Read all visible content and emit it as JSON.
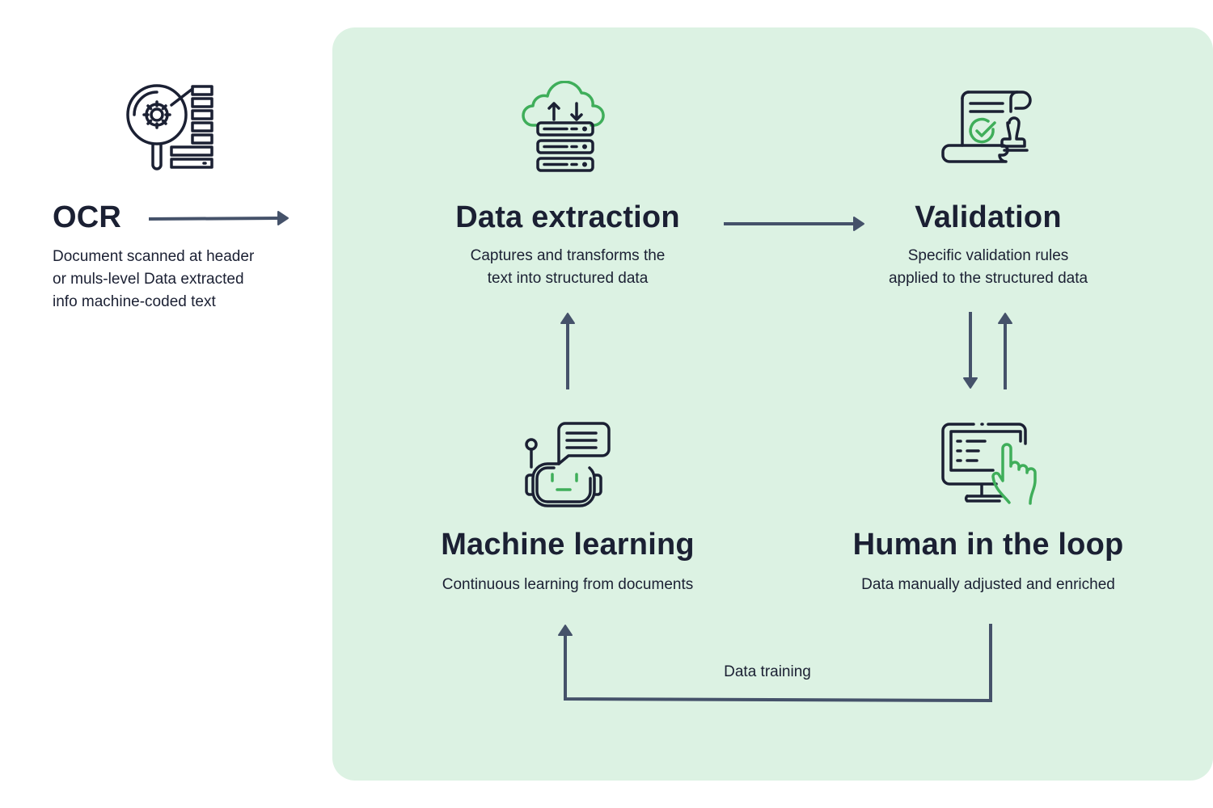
{
  "colors": {
    "panel_background": "#dcf2e3",
    "text": "#1b2033",
    "arrow": "#45526a",
    "icon_dark": "#1b2033",
    "icon_accent": "#3fae5a"
  },
  "steps": {
    "ocr": {
      "icon": "magnifier-gear-database-icon",
      "title": "OCR",
      "description_lines": [
        "Document scanned at header",
        "or muls-level Data extracted",
        "info machine-coded text"
      ]
    },
    "data_extraction": {
      "icon": "cloud-server-icon",
      "title": "Data extraction",
      "description_lines": [
        "Captures and transforms the",
        "text into structured data"
      ]
    },
    "validation": {
      "icon": "document-stamp-check-icon",
      "title": "Validation",
      "description_lines": [
        "Specific validation rules",
        "applied to the structured data"
      ]
    },
    "machine_learning": {
      "icon": "robot-chat-icon",
      "title": "Machine learning",
      "description_lines": [
        "Continuous learning from documents"
      ]
    },
    "human_in_the_loop": {
      "icon": "monitor-touch-hand-icon",
      "title": "Human in the loop",
      "description_lines": [
        "Data manually adjusted and enriched"
      ]
    }
  },
  "connectors": {
    "feedback_label": "Data training"
  }
}
